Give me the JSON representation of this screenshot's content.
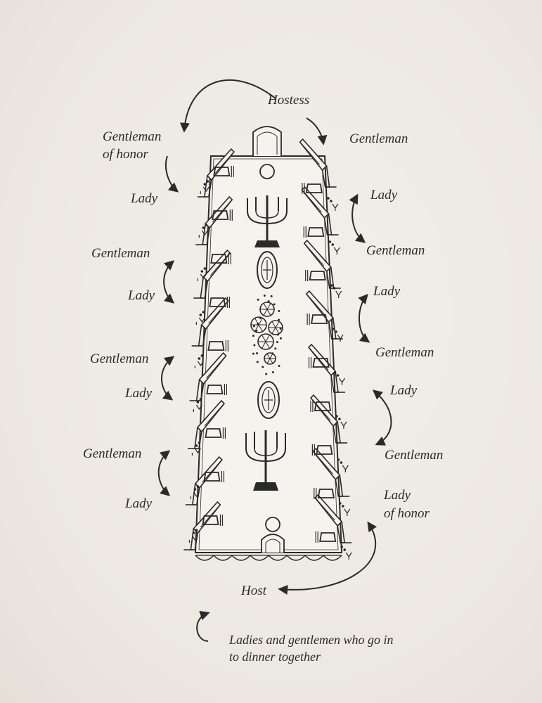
{
  "labels": {
    "hostess": "Hostess",
    "host": "Host",
    "left": {
      "gentleman_of_honor": [
        "Gentleman",
        "of honor"
      ],
      "lady_1": "Lady",
      "gentleman_2": "Gentleman",
      "lady_2": "Lady",
      "gentleman_3": "Gentleman",
      "lady_3": "Lady",
      "gentleman_4": "Gentleman",
      "lady_4": "Lady"
    },
    "right": {
      "gentleman_1": "Gentleman",
      "lady_1": "Lady",
      "gentleman_2": "Gentleman",
      "lady_2": "Lady",
      "gentleman_3": "Gentleman",
      "lady_3": "Lady",
      "gentleman_4": "Gentleman",
      "lady_of_honor": [
        "Lady",
        "of honor"
      ]
    }
  },
  "legend": {
    "line1": "Ladies and gentlemen who go in",
    "line2": "to dinner together"
  },
  "colors": {
    "ink": "#2a2a2a",
    "paper": "#efece6"
  }
}
